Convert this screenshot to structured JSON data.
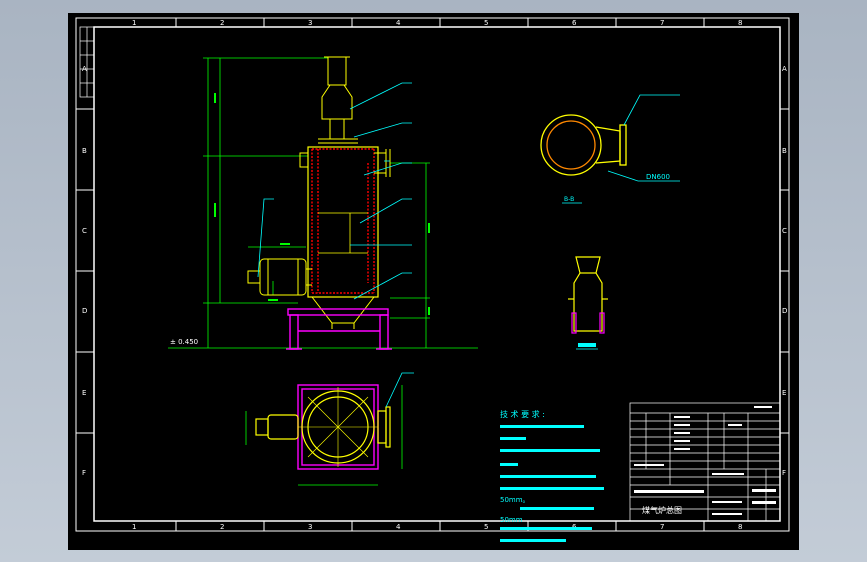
{
  "colors": {
    "background": "#000000",
    "frame": "#ffffff",
    "body": "#ffff00",
    "refractory": "#ff0000",
    "support": "#ff00ff",
    "dimension": "#00ff00",
    "leader": "#00ffff",
    "outer_backdrop": "#b8c1cd"
  },
  "ruler": {
    "top": [
      "1",
      "2",
      "3",
      "4",
      "5",
      "6",
      "7",
      "8"
    ],
    "bottom": [
      "1",
      "2",
      "3",
      "4",
      "5",
      "6",
      "7",
      "8"
    ],
    "left": [
      "A",
      "B",
      "C",
      "D",
      "E",
      "F"
    ],
    "right": [
      "A",
      "B",
      "C",
      "D",
      "E",
      "F"
    ]
  },
  "labels": {
    "ground_level": "± 0.450",
    "flange_callout": "DN600",
    "section_caption": "B-B"
  },
  "tech_requirements": {
    "title": "技 术 要 求 :",
    "line_a": "50mm。",
    "line_b": "50mm"
  },
  "title_block": {
    "drawing_title": "煤气炉总图"
  },
  "icons": [
    "cad-viewport",
    "drawing-frame",
    "title-block"
  ]
}
